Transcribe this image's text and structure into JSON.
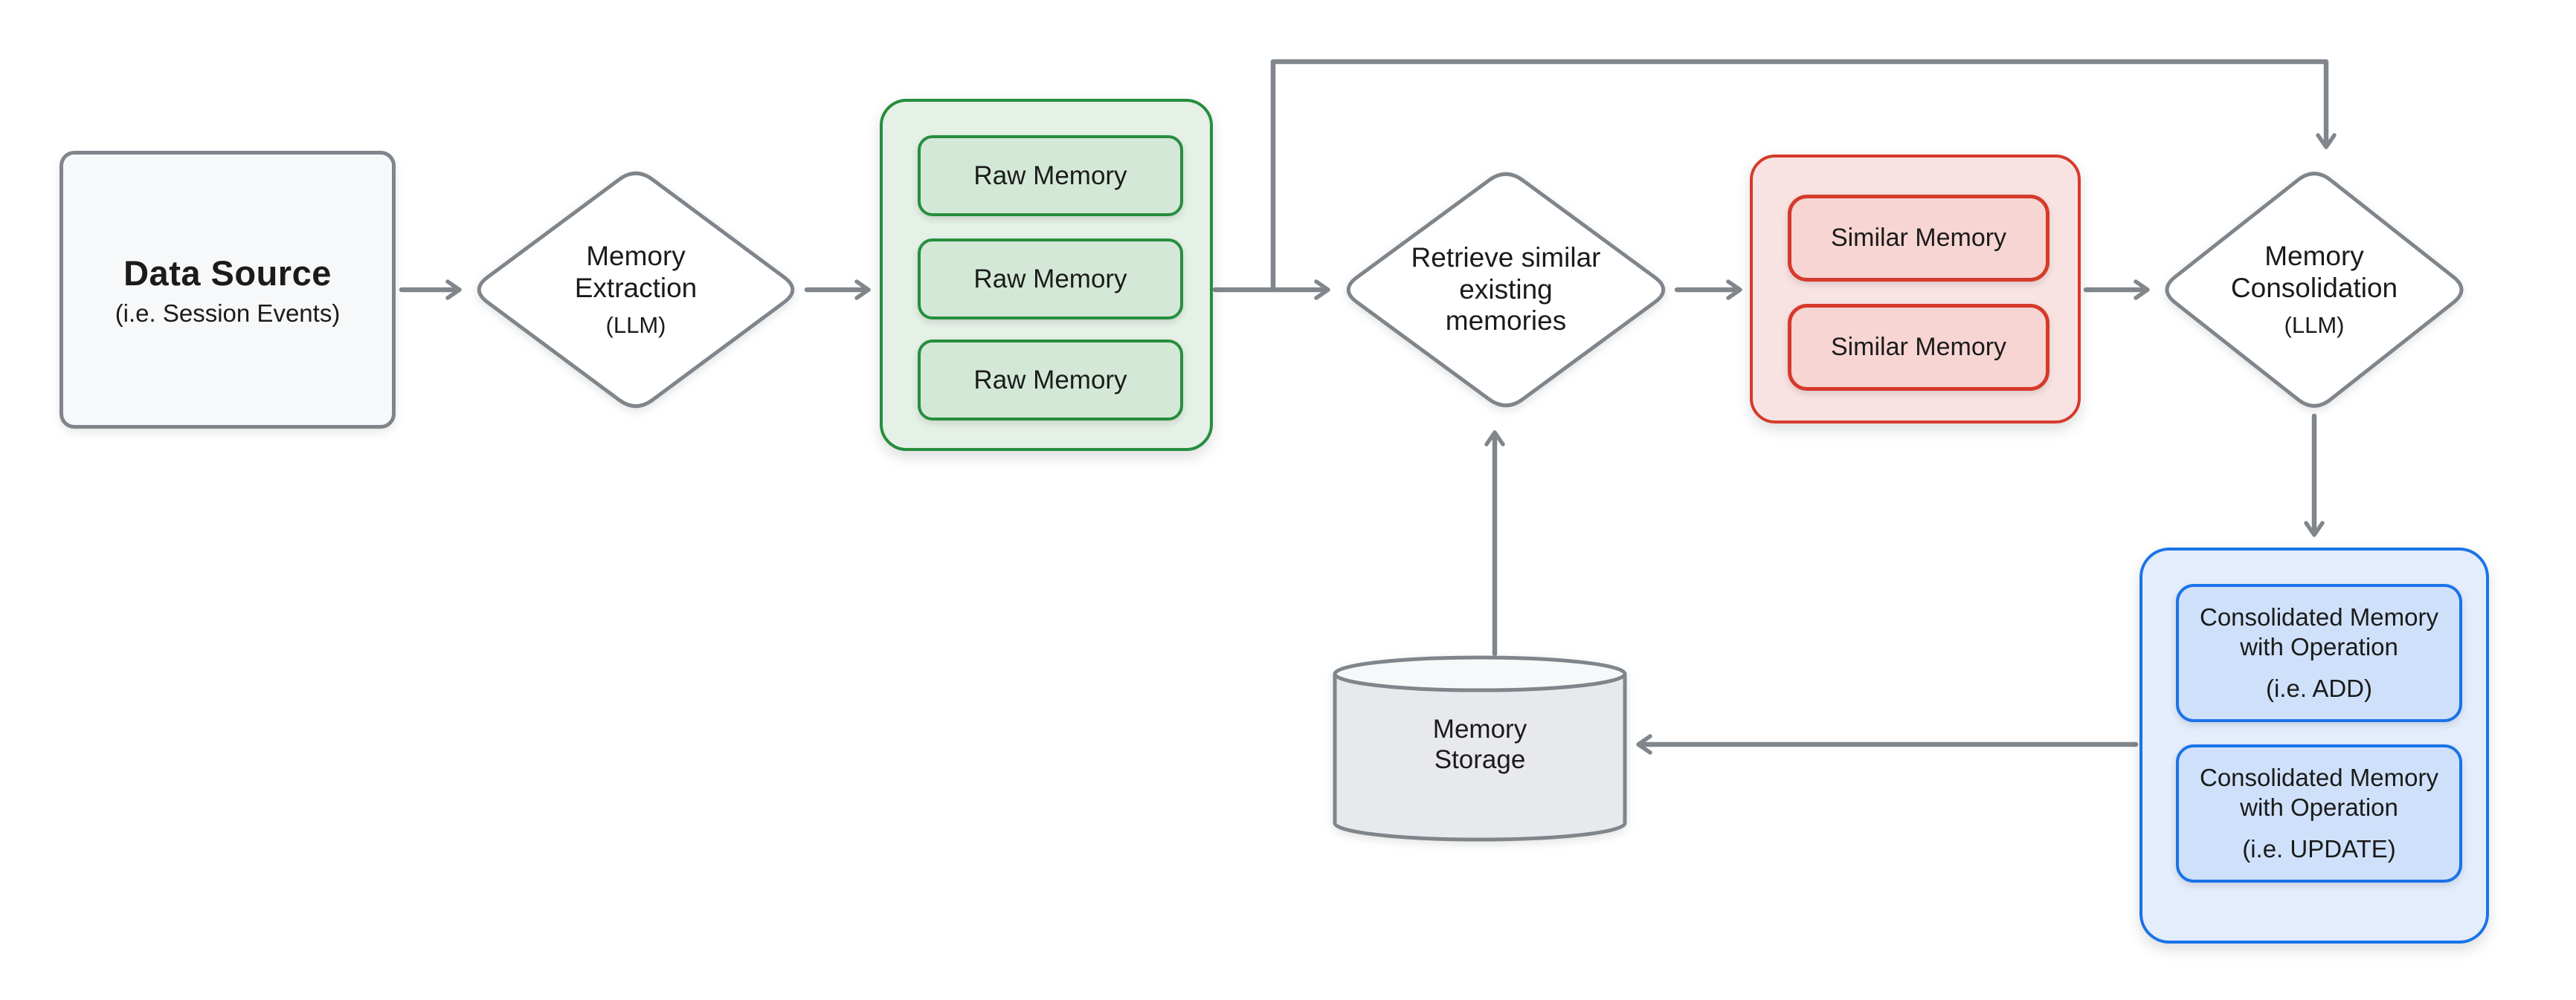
{
  "nodes": {
    "data_source": {
      "title": "Data Source",
      "subtitle": "(i.e. Session Events)"
    },
    "memory_extraction": {
      "lines": [
        "Memory",
        "Extraction"
      ],
      "subtitle": "(LLM)"
    },
    "raw_memory_group": {
      "items": [
        "Raw Memory",
        "Raw Memory",
        "Raw Memory"
      ]
    },
    "retrieve": {
      "lines": [
        "Retrieve similar",
        "existing",
        "memories"
      ]
    },
    "similar_memory_group": {
      "items": [
        "Similar Memory",
        "Similar Memory"
      ]
    },
    "memory_consolidation": {
      "lines": [
        "Memory",
        "Consolidation"
      ],
      "subtitle": "(LLM)"
    },
    "consolidated_group": {
      "items": [
        {
          "title_lines": [
            "Consolidated Memory",
            "with Operation"
          ],
          "subtitle": "(i.e. ADD)"
        },
        {
          "title_lines": [
            "Consolidated Memory",
            "with Operation"
          ],
          "subtitle": "(i.e. UPDATE)"
        }
      ]
    },
    "memory_storage": {
      "lines": [
        "Memory",
        "Storage"
      ]
    }
  },
  "colors": {
    "arrow": "#80868b",
    "gray_border": "#7f858b",
    "gray_fill": "#f7f8f9",
    "green_border": "#268e3d",
    "green_fill": "#e5f0e6",
    "green_item_fill": "#d4e8d7",
    "red_border": "#d53a2b",
    "red_fill": "#f9e3e2",
    "red_item_fill": "#f7d5d3",
    "blue_border": "#1a73e8",
    "blue_fill": "#e4edfb",
    "blue_item_fill": "#cfe1fa",
    "cylinder_fill": "#e8e9ec",
    "cylinder_top_fill": "#f7f8fa",
    "text": "#1b1b1b"
  }
}
